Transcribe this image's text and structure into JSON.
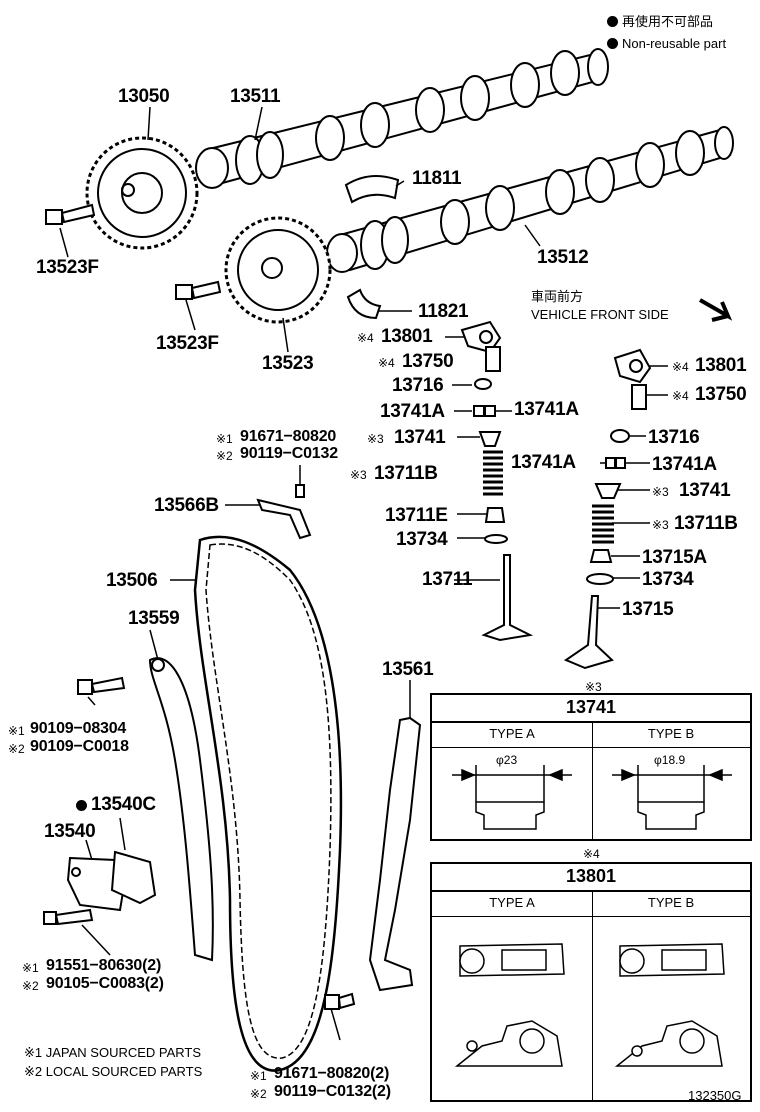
{
  "legend": {
    "reuse_jp": "再使用不可部品",
    "reuse_en": "Non-reusable part"
  },
  "direction": {
    "jp": "車両前方",
    "en": "VEHICLE FRONT SIDE"
  },
  "labels": {
    "l13050": "13050",
    "l13511": "13511",
    "l11811": "11811",
    "l13512": "13512",
    "l13523F_a": "13523F",
    "l13523F_b": "13523F",
    "l13523": "13523",
    "l11821": "11821",
    "l13801_a": "13801",
    "l13801_b": "13801",
    "l13750_a": "13750",
    "l13750_b": "13750",
    "l13716_a": "13716",
    "l13716_b": "13716",
    "l13741A_1": "13741A",
    "l13741A_2": "13741A",
    "l13741A_3": "13741A",
    "l13741A_4": "13741A",
    "l13741_a": "13741",
    "l13741_b": "13741",
    "l13711B_a": "13711B",
    "l13711B_b": "13711B",
    "l13711E": "13711E",
    "l13734_a": "13734",
    "l13734_b": "13734",
    "l13711": "13711",
    "l13715A": "13715A",
    "l13715": "13715",
    "l13566B": "13566B",
    "l13506": "13506",
    "l13559": "13559",
    "l13561": "13561",
    "l13540C": "13540C",
    "l13540": "13540",
    "p1a": "91671−80820",
    "p1b": "90119−C0132",
    "p2a": "90109−08304",
    "p2b": "90109−C0018",
    "p3a": "91551−80630(2)",
    "p3b": "90105−C0083(2)",
    "p4a": "91671−80820(2)",
    "p4b": "90119−C0132(2)",
    "m4": "※4",
    "m3": "※3",
    "m1": "※1",
    "m2": "※2",
    "dot_note": "●"
  },
  "table1": {
    "title": "13741",
    "col_a": "TYPE A",
    "col_b": "TYPE B",
    "dim_a": "φ23",
    "dim_b": "φ18.9"
  },
  "table2": {
    "mark": "※4",
    "title": "13801",
    "col_a": "TYPE A",
    "col_b": "TYPE B"
  },
  "footnotes": {
    "f1": "※1 JAPAN SOURCED PARTS",
    "f2": "※2 LOCAL SOURCED PARTS"
  },
  "figure_id": "132350G",
  "under_valve_mark": "※3"
}
